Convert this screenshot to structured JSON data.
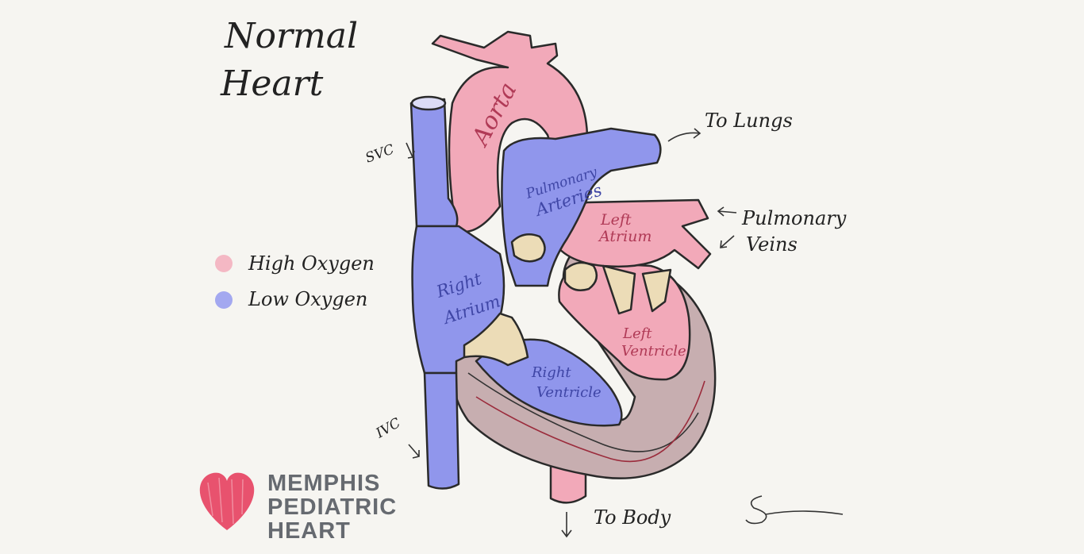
{
  "title": {
    "line1": "Normal",
    "line2": "Heart"
  },
  "legend": [
    {
      "label": "High Oxygen",
      "color": "#f4b8c4"
    },
    {
      "label": "Low Oxygen",
      "color": "#a3a8f0"
    }
  ],
  "labels": {
    "svc": "SVC",
    "ivc": "IVC",
    "to_lungs": "To Lungs",
    "pulmonary": "Pulmonary",
    "veins": "Veins",
    "to_body": "To Body",
    "aorta": "Aorta",
    "pulmonary_arteries_1": "Pulmonary",
    "pulmonary_arteries_2": "Arteries",
    "left_atrium_1": "Left",
    "left_atrium_2": "Atrium",
    "right_atrium_1": "Right",
    "right_atrium_2": "Atrium",
    "left_ventricle_1": "Left",
    "left_ventricle_2": "Ventricle",
    "right_ventricle_1": "Right",
    "right_ventricle_2": "Ventricle"
  },
  "brand": {
    "line1": "MEMPHIS",
    "line2": "PEDIATRIC",
    "line3": "HEART"
  },
  "colors": {
    "high_oxygen": "#f2a9b9",
    "low_oxygen": "#9096ec",
    "muscle": "#c7aeb0",
    "valve": "#ecdcb7",
    "brand_red": "#e8526e"
  }
}
